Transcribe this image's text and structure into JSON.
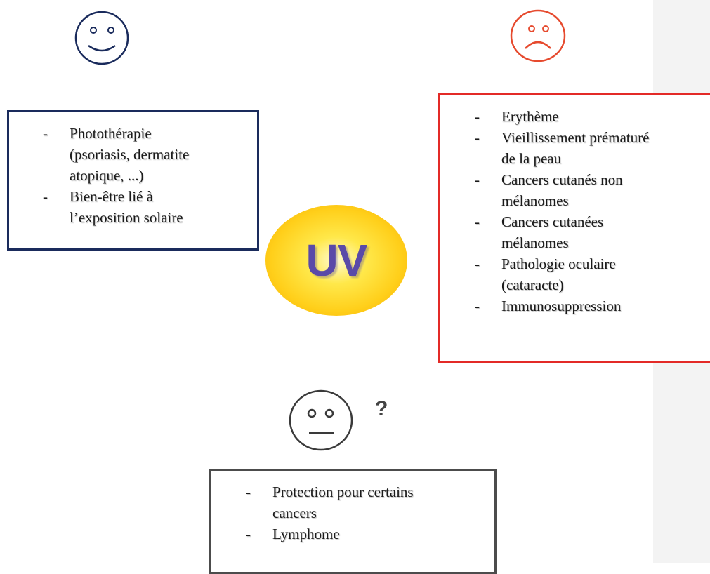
{
  "diagram": {
    "center_label": "UV",
    "question_mark": "?",
    "positive": {
      "face": "happy-face-icon",
      "color": "#1a2b5c",
      "items": [
        "Photothérapie",
        "(psoriasis, dermatite",
        "atopique, ...)",
        "Bien-être lié à",
        "l’exposition solaire"
      ]
    },
    "negative": {
      "face": "sad-face-icon",
      "color": "#e32a27",
      "items": [
        "Erythème",
        "Vieillissement prématuré",
        "de la peau",
        "Cancers cutanés non",
        "mélanomes",
        "Cancers cutanées",
        "mélanomes",
        "Pathologie oculaire",
        "(cataracte)",
        "Immunosuppression"
      ]
    },
    "uncertain": {
      "face": "neutral-face-icon",
      "color": "#4c4c4c",
      "items": [
        "Protection pour certains",
        "cancers",
        "Lymphome"
      ]
    }
  }
}
